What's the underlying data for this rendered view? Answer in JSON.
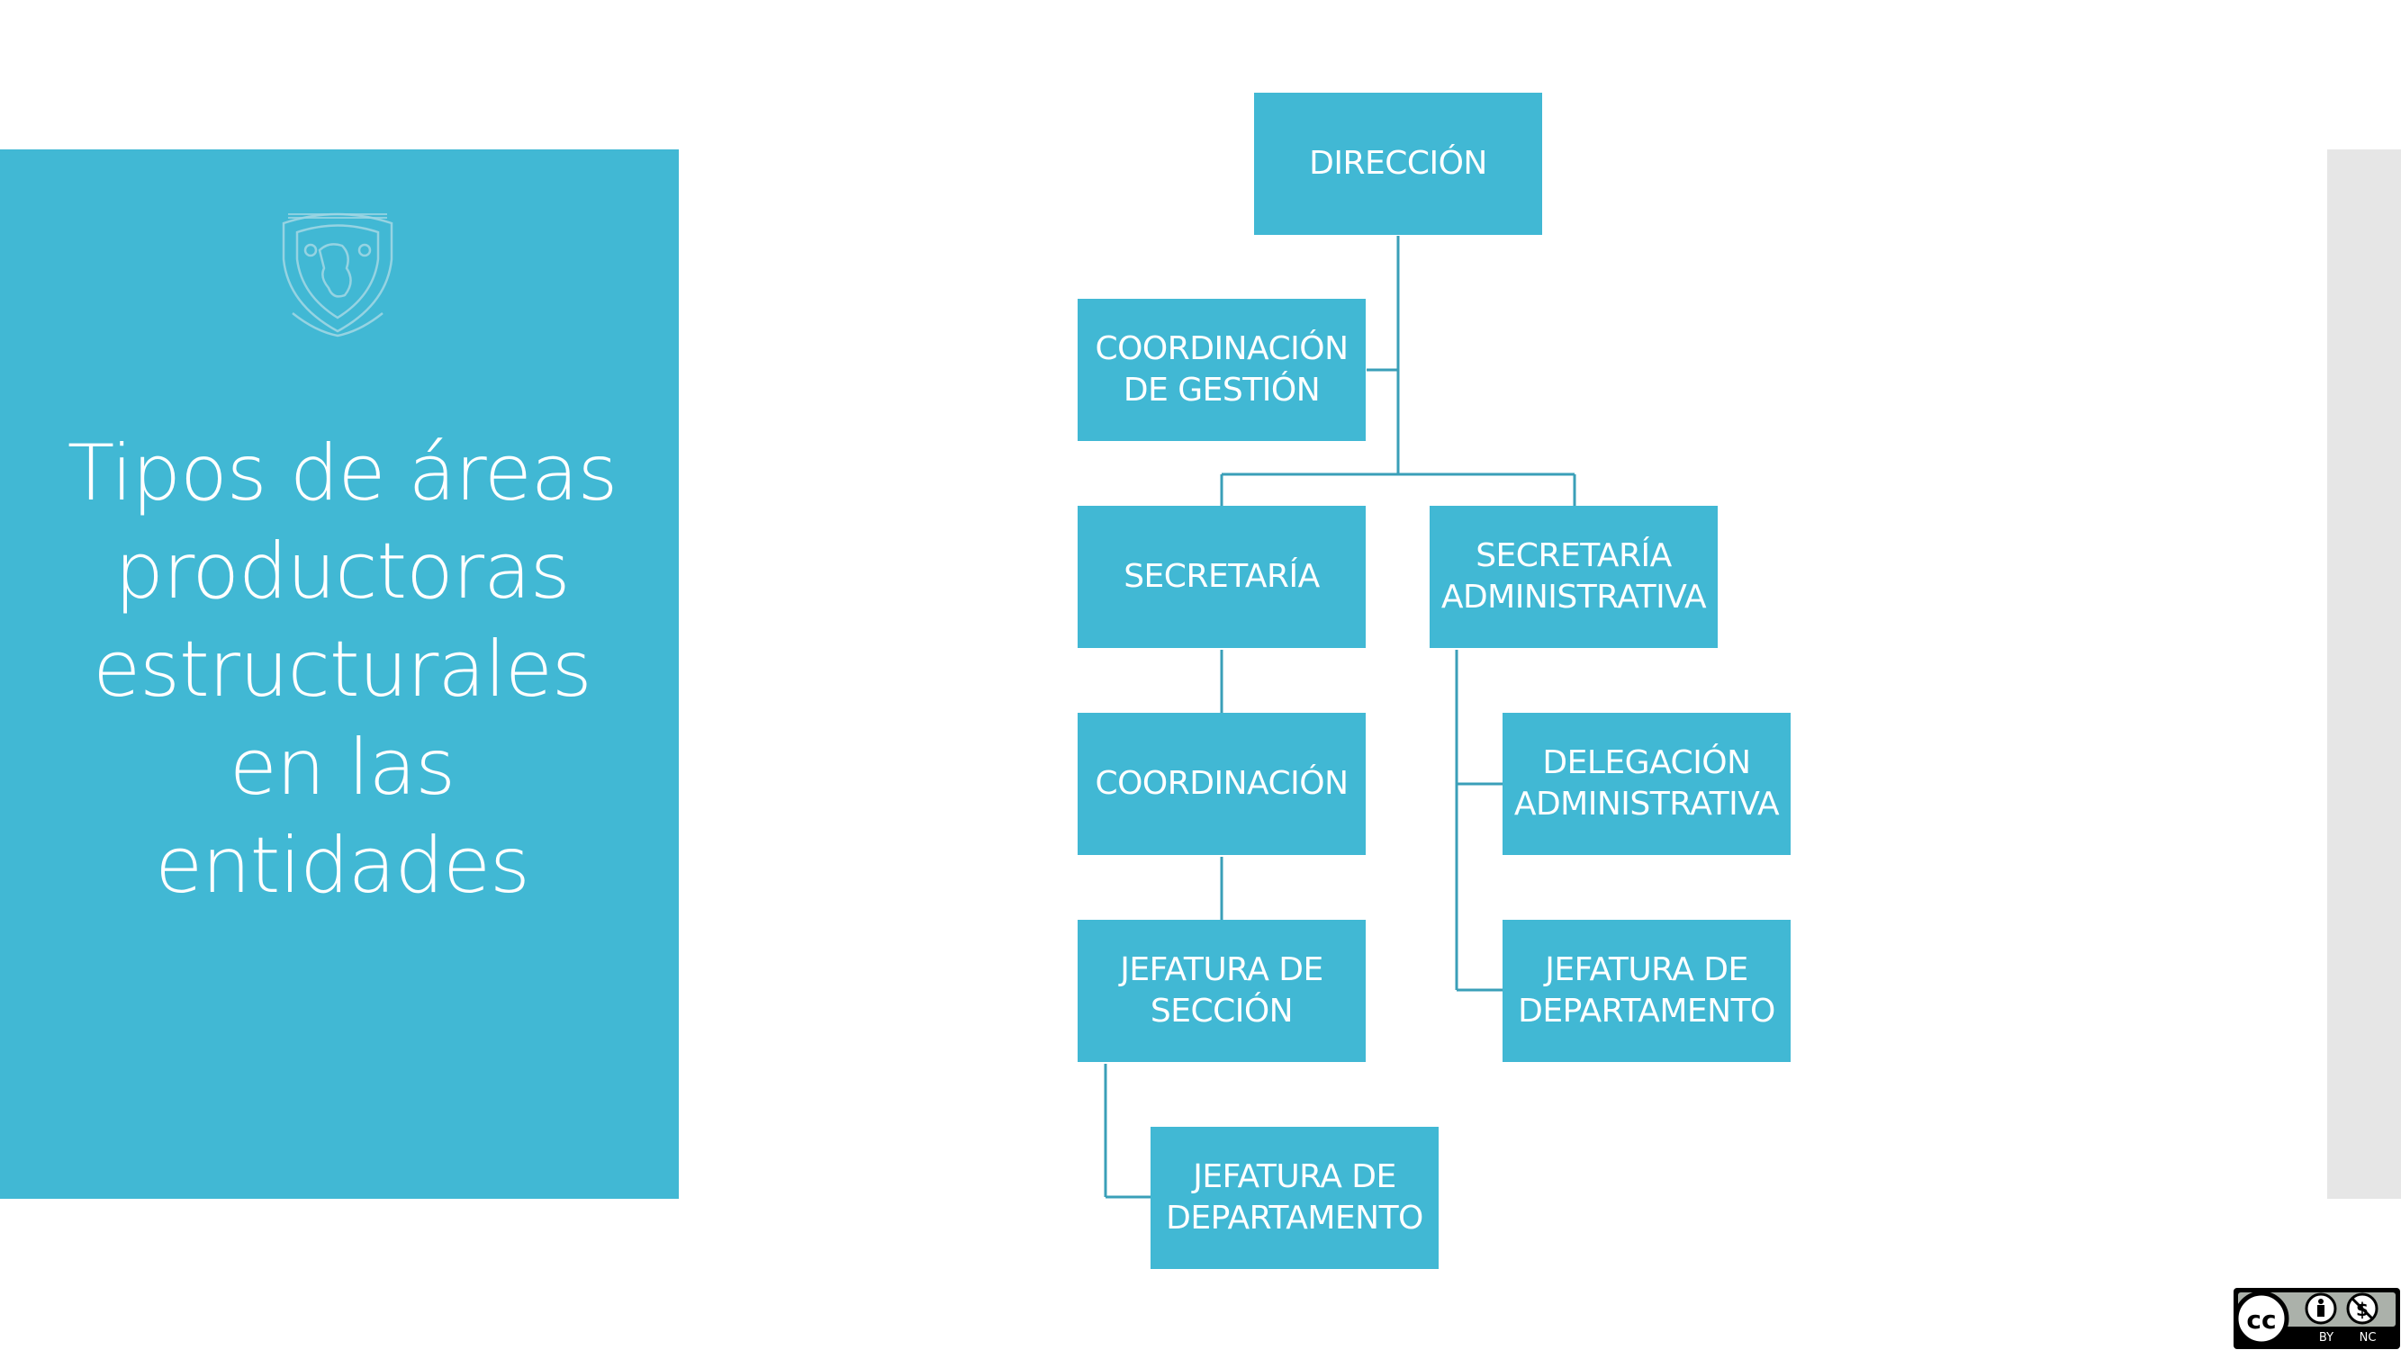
{
  "slide": {
    "title": "Tipos de áreas productoras estructurales en las entidades"
  },
  "org_chart": {
    "nodes": {
      "direccion": "DIRECCIÓN",
      "coordinacion_gestion": "COORDINACIÓN\nDE GESTIÓN",
      "secretaria": "SECRETARÍA",
      "secretaria_administrativa": "SECRETARÍA\nADMINISTRATIVA",
      "coordinacion": "COORDINACIÓN",
      "delegacion_administrativa": "DELEGACIÓN\nADMINISTRATIVA",
      "jefatura_seccion": "JEFATURA DE\nSECCIÓN",
      "jefatura_departamento_admin": "JEFATURA DE\nDEPARTAMENTO",
      "jefatura_departamento_seccion": "JEFATURA DE\nDEPARTAMENTO"
    }
  },
  "license": {
    "by": "BY",
    "nc": "NC"
  },
  "colors": {
    "accent": "#41b8d4",
    "side_strip": "#e6e6e6",
    "connector": "#3a9fb8"
  }
}
